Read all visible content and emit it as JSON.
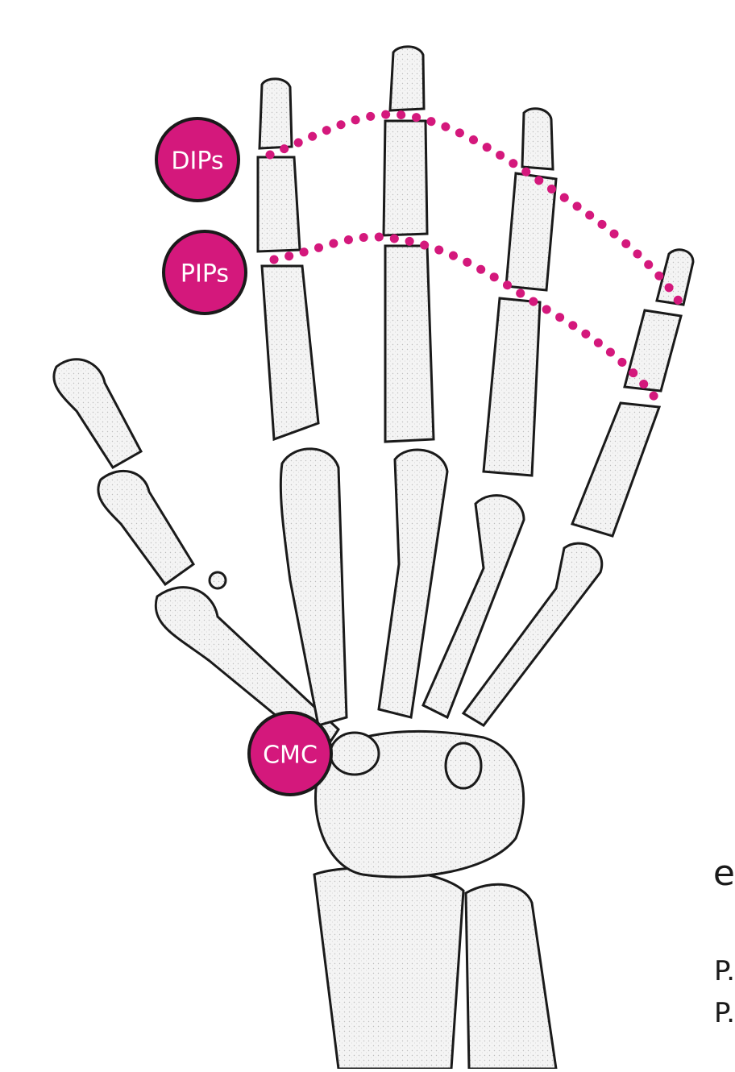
{
  "markers": {
    "dips": "DIPs",
    "pips": "PIPs",
    "cmc": "CMC"
  },
  "text_fragments": {
    "line1": "e",
    "line2": "P.",
    "line3": "P."
  },
  "colors": {
    "accent": "#d4187c",
    "outline": "#1a1a1a",
    "bone_fill": "#f4f4f4",
    "background": "#ffffff"
  }
}
